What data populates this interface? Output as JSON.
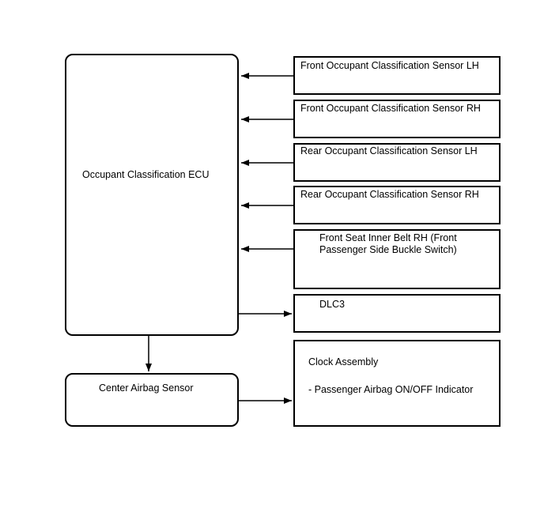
{
  "ecu": {
    "label": "Occupant Classification ECU"
  },
  "center_sensor": {
    "label": "Center Airbag Sensor"
  },
  "inputs": [
    {
      "label": "Front Occupant Classification Sensor LH"
    },
    {
      "label": "Front Occupant Classification Sensor RH"
    },
    {
      "label": "Rear Occupant Classification Sensor LH"
    },
    {
      "label": "Rear Occupant Classification Sensor RH"
    },
    {
      "label": "Front Seat Inner Belt RH (Front Passenger Side Buckle Switch)"
    }
  ],
  "dlc3": {
    "label": "DLC3"
  },
  "clock_assembly": {
    "title": "Clock Assembly",
    "item": "- Passenger Airbag ON/OFF Indicator"
  }
}
